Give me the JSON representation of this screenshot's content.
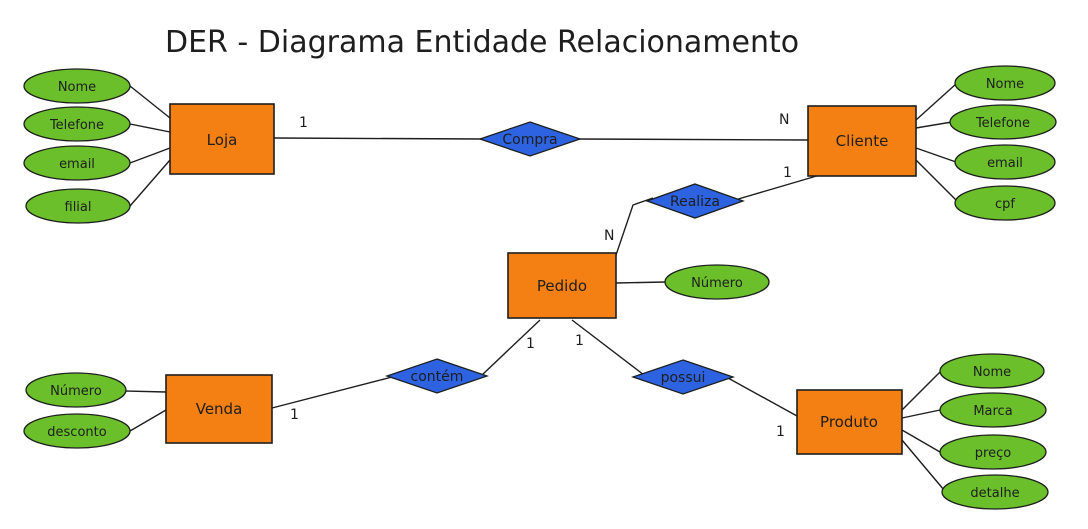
{
  "title": "DER - Diagrama Entidade Relacionamento",
  "colors": {
    "entity": "#f47f12",
    "attribute": "#6abf2b",
    "relationship": "#2d63e0",
    "stroke": "#1e1e1e"
  },
  "entities": {
    "loja": {
      "name": "Loja",
      "attributes": [
        "Nome",
        "Telefone",
        "email",
        "filial"
      ]
    },
    "cliente": {
      "name": "Cliente",
      "attributes": [
        "Nome",
        "Telefone",
        "email",
        "cpf"
      ]
    },
    "pedido": {
      "name": "Pedido",
      "attributes": [
        "Número"
      ]
    },
    "venda": {
      "name": "Venda",
      "attributes": [
        "Número",
        "desconto"
      ]
    },
    "produto": {
      "name": "Produto",
      "attributes": [
        "Nome",
        "Marca",
        "preço",
        "detalhe"
      ]
    }
  },
  "relationships": {
    "compra": {
      "label": "Compra",
      "card_loja": "1",
      "card_cliente": "N"
    },
    "realiza": {
      "label": "Realiza",
      "card_cliente": "1",
      "card_pedido": "N"
    },
    "contem": {
      "label": "contém",
      "card_pedido": "1",
      "card_venda": "1"
    },
    "possui": {
      "label": "possui",
      "card_pedido": "1",
      "card_produto": "1"
    }
  }
}
